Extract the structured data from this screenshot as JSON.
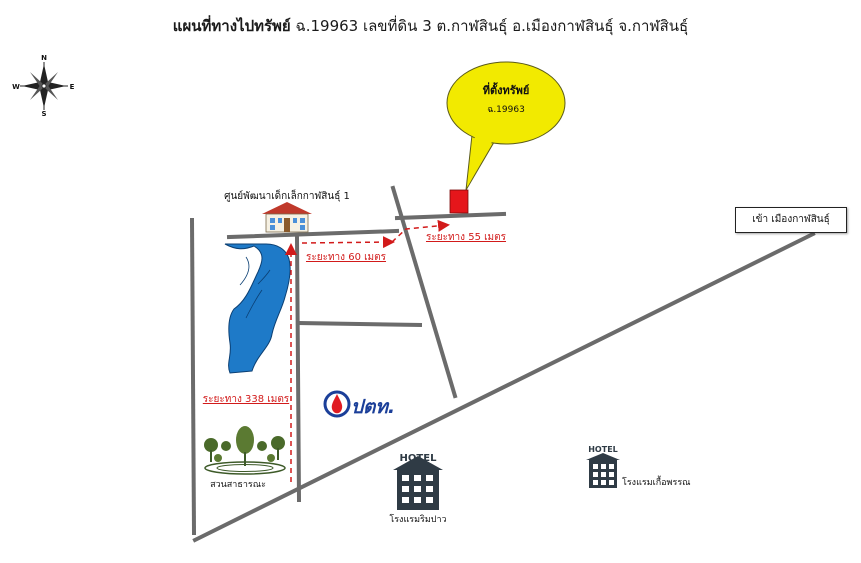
{
  "title": {
    "bold_part": "แผนที่ทางไปทรัพย์",
    "rest": "ฉ.19963  เลขที่ดิน  3   ต.กาฬสินธุ์  อ.เมืองกาฬสินธุ์  จ.กาฬสินธุ์"
  },
  "compass": {
    "n": "N",
    "s": "S",
    "e": "E",
    "w": "W"
  },
  "callout": {
    "line1": "ที่ตั้งทรัพย์",
    "line2": "ฉ.19963",
    "fill": "#f2ea00",
    "marker_color": "#e5161b"
  },
  "landmarks": {
    "child_center": "ศูนย์พัฒนาเด็กเล็กกาฬสินธุ์ 1",
    "park": "สวนสาธารณะ",
    "hotel_sign": "HOTEL",
    "hotel1": "โรงแรมริมปาว",
    "hotel2": "โรงแรมเกื้อพรรณ",
    "ptt_logo": "ปตท."
  },
  "distances": {
    "d55": "ระยะทาง  55  เมตร",
    "d60": "ระยะทาง  60  เมตร",
    "d338": "ระยะทาง  338  เมตร",
    "color": "#d21a1a"
  },
  "destination": "เข้า เมืองกาฬสินธุ์",
  "colors": {
    "road": "#6b6b6b",
    "river": "#1e7ac8",
    "ptt_blue": "#1b3f99"
  }
}
